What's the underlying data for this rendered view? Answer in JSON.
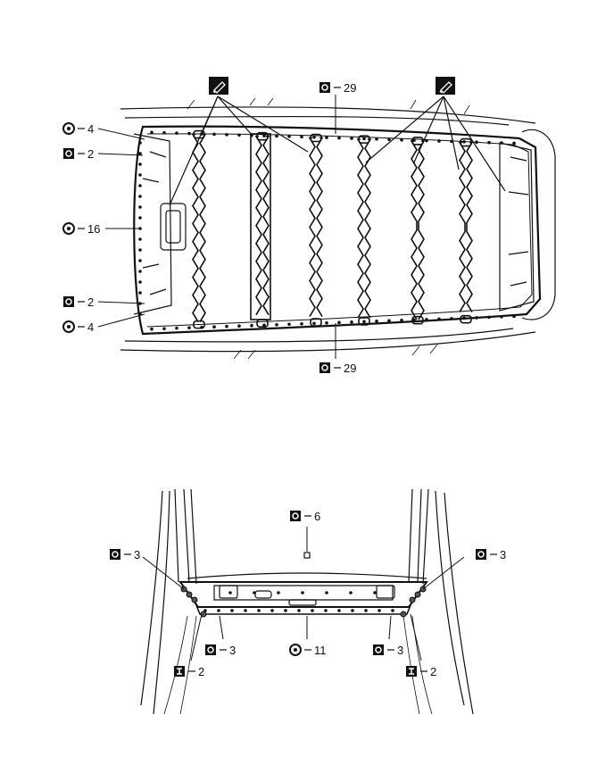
{
  "roof_view": {
    "callouts": [
      {
        "id": "r-left-top-4",
        "symbol": "spot-weld-circle",
        "count": "4"
      },
      {
        "id": "r-left-top-2",
        "symbol": "spot-weld-square",
        "count": "2"
      },
      {
        "id": "r-left-mid-16",
        "symbol": "spot-weld-circle",
        "count": "16"
      },
      {
        "id": "r-left-bot-2",
        "symbol": "spot-weld-square",
        "count": "2"
      },
      {
        "id": "r-left-bot-4",
        "symbol": "spot-weld-circle",
        "count": "4"
      },
      {
        "id": "r-top-29",
        "symbol": "spot-weld-square",
        "count": "29"
      },
      {
        "id": "r-bot-29",
        "symbol": "spot-weld-square",
        "count": "29"
      }
    ],
    "adhesive_icons": [
      "adhesive-pen-icon",
      "adhesive-pen-icon"
    ]
  },
  "rear_view": {
    "callouts": [
      {
        "id": "b-top-6",
        "symbol": "spot-weld-square",
        "count": "6"
      },
      {
        "id": "b-left-3",
        "symbol": "spot-weld-square",
        "count": "3"
      },
      {
        "id": "b-right-3",
        "symbol": "spot-weld-square",
        "count": "3"
      },
      {
        "id": "b-lowleft-3",
        "symbol": "spot-weld-square",
        "count": "3"
      },
      {
        "id": "b-mid-11",
        "symbol": "spot-weld-circle",
        "count": "11"
      },
      {
        "id": "b-lowright-3",
        "symbol": "spot-weld-square",
        "count": "3"
      },
      {
        "id": "b-left-2",
        "symbol": "plug-weld",
        "count": "2"
      },
      {
        "id": "b-right-2",
        "symbol": "plug-weld",
        "count": "2"
      }
    ]
  },
  "colors": {
    "line": "#111111",
    "fill": "#ffffff",
    "panel": "#d9d9d9"
  }
}
